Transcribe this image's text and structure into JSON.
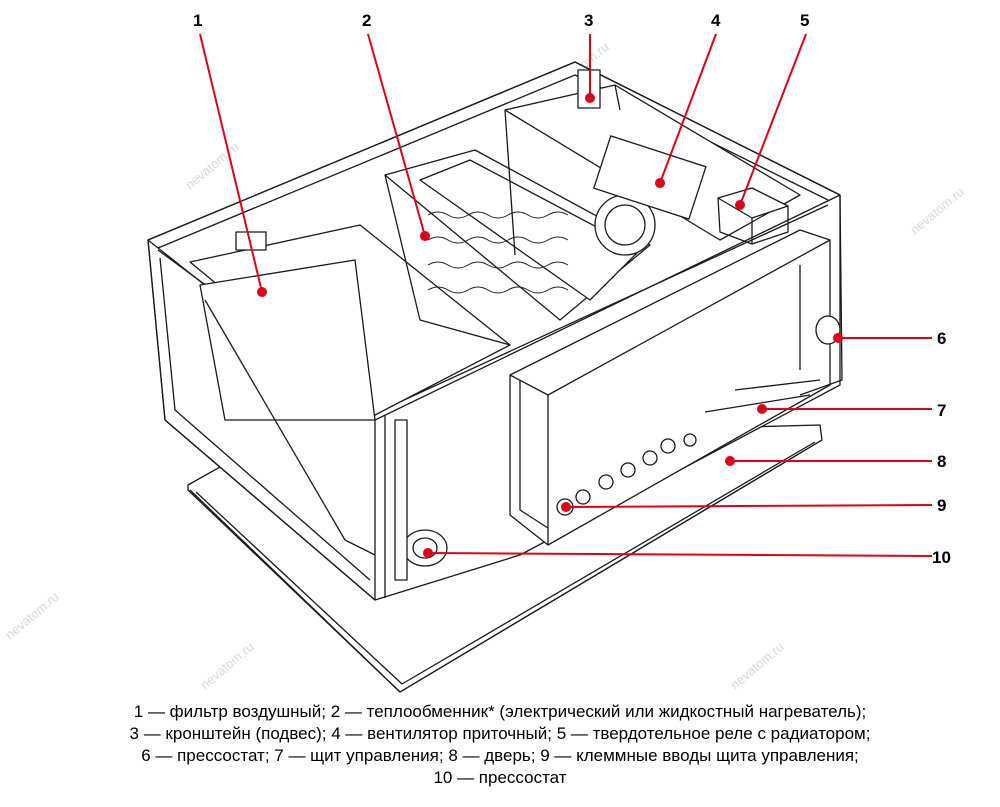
{
  "callouts": [
    {
      "num": "1",
      "label": "фильтр воздушный"
    },
    {
      "num": "2",
      "label": "теплообменник* (электрический или жидкостный нагреватель)"
    },
    {
      "num": "3",
      "label": "кронштейн (подвес)"
    },
    {
      "num": "4",
      "label": "вентилятор приточный"
    },
    {
      "num": "5",
      "label": "твердотельное реле с радиатором"
    },
    {
      "num": "6",
      "label": "прессостат"
    },
    {
      "num": "7",
      "label": "щит управления"
    },
    {
      "num": "8",
      "label": "дверь"
    },
    {
      "num": "9",
      "label": "клеммные вводы щита управления"
    },
    {
      "num": "10",
      "label": "прессостат"
    }
  ],
  "caption_lines": [
    "1 — фильтр воздушный; 2 — теплообменник* (электрический или жидкостный нагреватель);",
    "3 — кронштейн (подвес); 4 — вентилятор приточный; 5 — твердотельное реле с радиатором;",
    "6 — прессостат; 7 — щит управления; 8 — дверь; 9 — клеммные вводы щита управления;",
    "10 — прессостат"
  ],
  "watermark": "nevatom.ru",
  "colors": {
    "leader": "#e0001a",
    "outline": "#1a1a1a",
    "background": "#ffffff",
    "watermark": "#d9d9d9"
  }
}
